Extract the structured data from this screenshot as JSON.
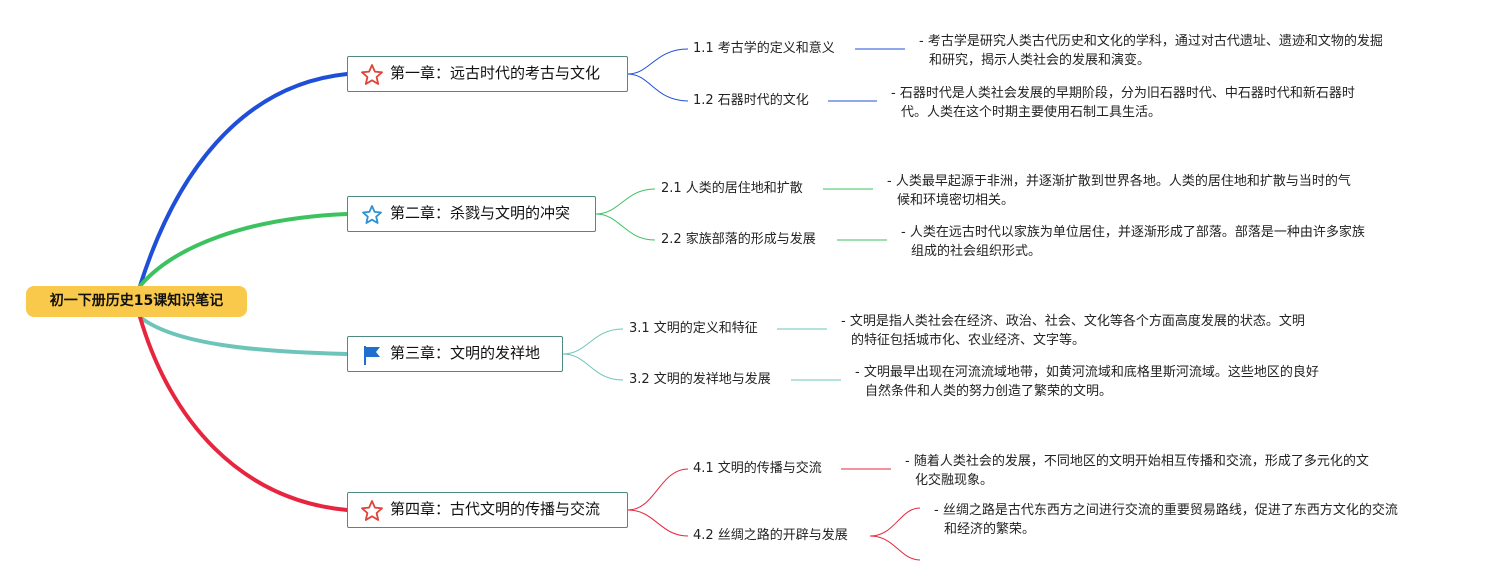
{
  "root": {
    "title": "初一下册历史15课知识笔记"
  },
  "chapters": [
    {
      "title": "第一章：远古时代的考古与文化",
      "icon": "star-outline-red-icon",
      "color": "#1f4fd8",
      "topics": [
        {
          "title": "1.1 考古学的定义和意义",
          "note": [
            "- 考古学是研究人类古代历史和文化的学科，通过对古代遗址、遗迹和文物的发掘",
            "和研究，揭示人类社会的发展和演变。"
          ]
        },
        {
          "title": "1.2 石器时代的文化",
          "note": [
            "- 石器时代是人类社会发展的早期阶段，分为旧石器时代、中石器时代和新石器时",
            "代。人类在这个时期主要使用石制工具生活。"
          ]
        }
      ]
    },
    {
      "title": "第二章：杀戮与文明的冲突",
      "icon": "star-outline-blue-icon",
      "color": "#3cc25e",
      "topics": [
        {
          "title": "2.1 人类的居住地和扩散",
          "note": [
            "- 人类最早起源于非洲，并逐渐扩散到世界各地。人类的居住地和扩散与当时的气",
            "候和环境密切相关。"
          ]
        },
        {
          "title": "2.2 家族部落的形成与发展",
          "note": [
            "- 人类在远古时代以家族为单位居住，并逐渐形成了部落。部落是一种由许多家族",
            "组成的社会组织形式。"
          ]
        }
      ]
    },
    {
      "title": "第三章：文明的发祥地",
      "icon": "flag-blue-icon",
      "color": "#6cc5b8",
      "topics": [
        {
          "title": "3.1 文明的定义和特征",
          "note": [
            "- 文明是指人类社会在经济、政治、社会、文化等各个方面高度发展的状态。文明",
            "的特征包括城市化、农业经济、文字等。"
          ]
        },
        {
          "title": "3.2 文明的发祥地与发展",
          "note": [
            "- 文明最早出现在河流流域地带，如黄河流域和底格里斯河流域。这些地区的良好",
            "自然条件和人类的努力创造了繁荣的文明。"
          ]
        }
      ]
    },
    {
      "title": "第四章：古代文明的传播与交流",
      "icon": "star-outline-red-icon",
      "color": "#e8253f",
      "topics": [
        {
          "title": "4.1 文明的传播与交流",
          "note": [
            "- 随着人类社会的发展，不同地区的文明开始相互传播和交流，形成了多元化的文",
            "化交融现象。"
          ]
        },
        {
          "title": "4.2 丝绸之路的开辟与发展",
          "note": [
            "- 丝绸之路是古代东西方之间进行交流的重要贸易路线，促进了东西方文化的交流",
            "和经济的繁荣。"
          ]
        }
      ]
    }
  ]
}
